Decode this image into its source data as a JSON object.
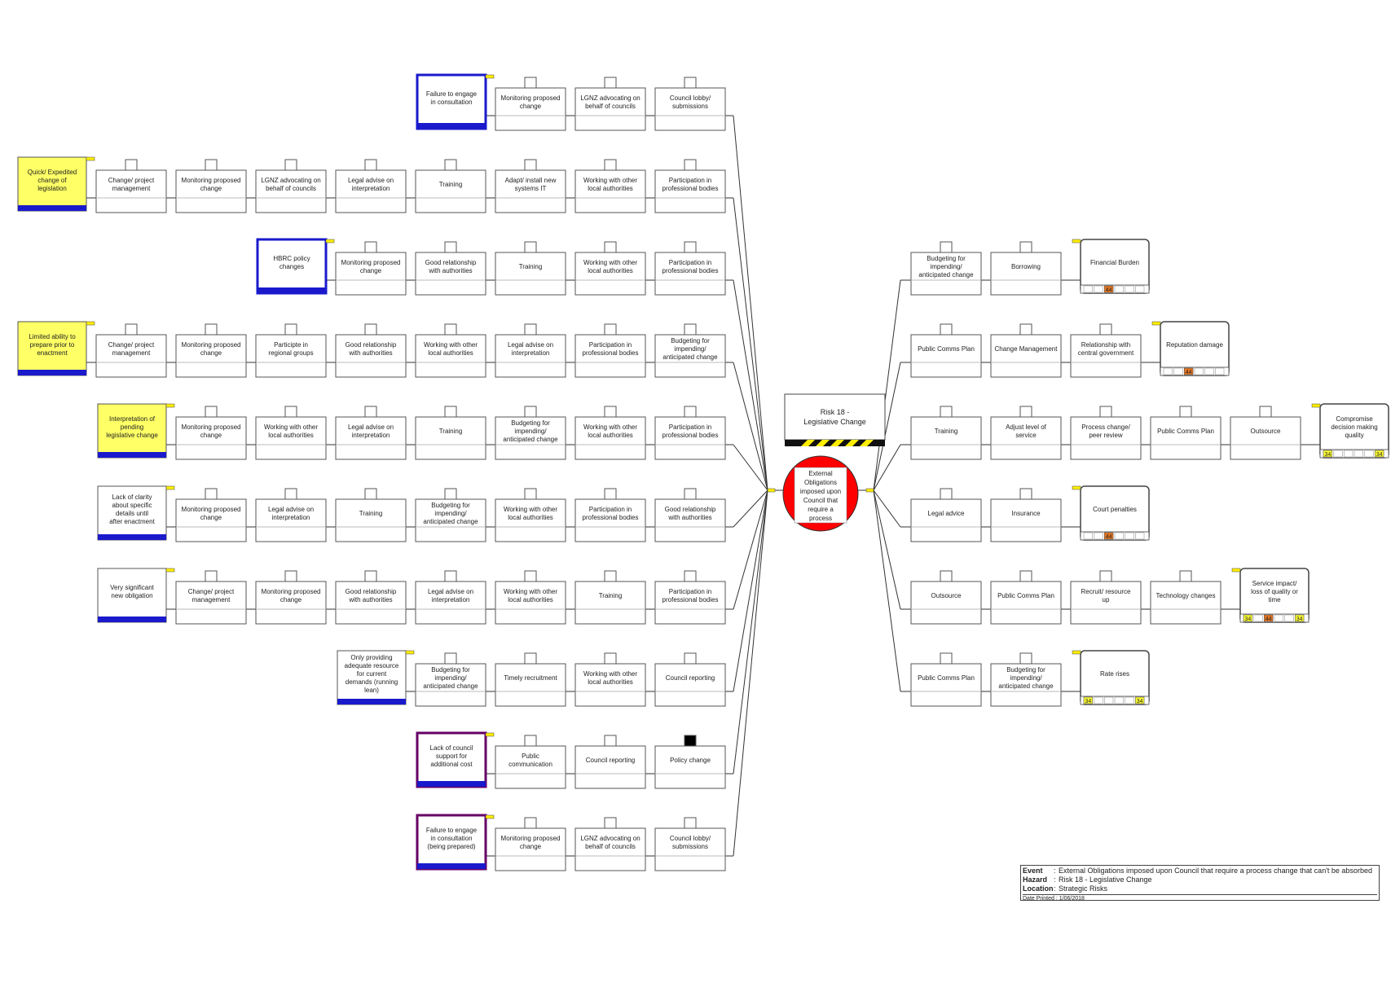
{
  "top_event": {
    "label": "Risk 18 - Legislative Change",
    "hazard_label": "Risk 18 - Legislative Change",
    "event_label": "External Obligations imposed upon Council that require a process change that can't be absorbed",
    "center_text": "External Obligations imposed upon Council that require a process"
  },
  "legend": {
    "event_key": "Event",
    "hazard_key": "Hazard",
    "location_key": "Location",
    "location_value": "Strategic Risks",
    "date_printed": "Date Printed : 1/06/2018"
  },
  "colors": {
    "threat_blue": "#1a1acc",
    "threat_yellow": "#ffff66",
    "threat_purple": "#660066",
    "event_red": "#ff0000",
    "marker_yellow": "#ffee00",
    "rating_orange": "#e87722",
    "rating_yellow": "#ffff33"
  },
  "threats": [
    {
      "label": "Failure to engage in consultation",
      "style": "blue",
      "barriers": [
        "Monitoring proposed change",
        "LGNZ advocating on behalf of councils",
        "Council lobby/ submissions"
      ]
    },
    {
      "label": "Quick/ Expedited change of legislation",
      "style": "yellow",
      "barriers": [
        "Change/ project management",
        "Monitoring proposed change",
        "LGNZ advocating on behalf of councils",
        "Legal advise on interpretation",
        "Training",
        "Adapt/ install new systems IT",
        "Working with other local authorities",
        "Participation in professional bodies"
      ]
    },
    {
      "label": "HBRC policy changes",
      "style": "blue",
      "barriers": [
        "Monitoring proposed change",
        "Good relationship with authorities",
        "Training",
        "Working with other local authorities",
        "Participation in professional bodies"
      ]
    },
    {
      "label": "Limited ability to prepare prior to enactment",
      "style": "yellow",
      "barriers": [
        "Change/ project management",
        "Monitoring proposed change",
        "Participte in regional groups",
        "Good relationship with authorities",
        "Working with other local authorities",
        "Legal advise on interpretation",
        "Participation in professional bodies",
        "Budgeting for impending/ anticipated change"
      ]
    },
    {
      "label": "Interpretation of pending legislative change",
      "style": "yellow",
      "barriers": [
        "Monitoring proposed change",
        "Working with other local authorities",
        "Legal advise on interpretation",
        "Training",
        "Budgeting for impending/ anticipated change",
        "Working with other local authorities",
        "Participation in professional bodies"
      ]
    },
    {
      "label": "Lack of clarity about specific details until after enactment",
      "style": "white",
      "barriers": [
        "Monitoring proposed change",
        "Legal advise on interpretation",
        "Training",
        "Budgeting for impending/ anticipated change",
        "Working with other local authorities",
        "Participation in professional bodies",
        "Good relationship with authorities"
      ]
    },
    {
      "label": "Very significant new obligation",
      "style": "white",
      "barriers": [
        "Change/ project management",
        "Monitoring proposed change",
        "Good relationship with authorities",
        "Legal advise on interpretation",
        "Working with other local authorities",
        "Training",
        "Participation in professional bodies"
      ]
    },
    {
      "label": "Only providing adequate resource for current demands (running lean)",
      "style": "white",
      "barriers": [
        "Budgeting for impending/ anticipated change",
        "Timely recruitment",
        "Working with other local authorities",
        "Council reporting"
      ]
    },
    {
      "label": "Lack of council support for additional cost",
      "style": "purple",
      "barriers": [
        "Public communication",
        "Council reporting",
        "Policy change"
      ]
    },
    {
      "label": "Failure to engage in consultation (being prepared)",
      "style": "purple",
      "barriers": [
        "Monitoring proposed change",
        "LGNZ advocating on behalf of councils",
        "Council lobby/ submissions"
      ]
    }
  ],
  "consequences": [
    {
      "label": "Financial Burden",
      "barriers": [
        "Budgeting for impending/ anticipated change",
        "Borrowing"
      ],
      "ratings": [
        {
          "value": "44",
          "color": "orange"
        }
      ]
    },
    {
      "label": "Reputation damage",
      "barriers": [
        "Public Comms Plan",
        "Change Management",
        "Relationship with central government"
      ],
      "ratings": [
        {
          "value": "44",
          "color": "orange"
        }
      ]
    },
    {
      "label": "Compromise decision making quality",
      "barriers": [
        "Training",
        "Adjust level of service",
        "Process change/ peer review",
        "Public Comms Plan",
        "Outsource"
      ],
      "ratings": [
        {
          "value": "34",
          "color": "yellow"
        },
        {
          "value": "34",
          "color": "yellow"
        }
      ]
    },
    {
      "label": "Court penalties",
      "barriers": [
        "Legal advice",
        "Insurance"
      ],
      "ratings": [
        {
          "value": "44",
          "color": "orange"
        }
      ]
    },
    {
      "label": "Service impact/ loss of quality or time",
      "barriers": [
        "Outsource",
        "Public Comms Plan",
        "Recruit/ resource up",
        "Technology changes"
      ],
      "ratings": [
        {
          "value": "34",
          "color": "yellow"
        },
        {
          "value": "44",
          "color": "orange"
        },
        {
          "value": "34",
          "color": "yellow"
        }
      ]
    },
    {
      "label": "Rate rises",
      "barriers": [
        "Public Comms Plan",
        "Budgeting for impending/ anticipated change"
      ],
      "ratings": [
        {
          "value": "34",
          "color": "yellow"
        },
        {
          "value": "34",
          "color": "yellow"
        }
      ]
    }
  ]
}
